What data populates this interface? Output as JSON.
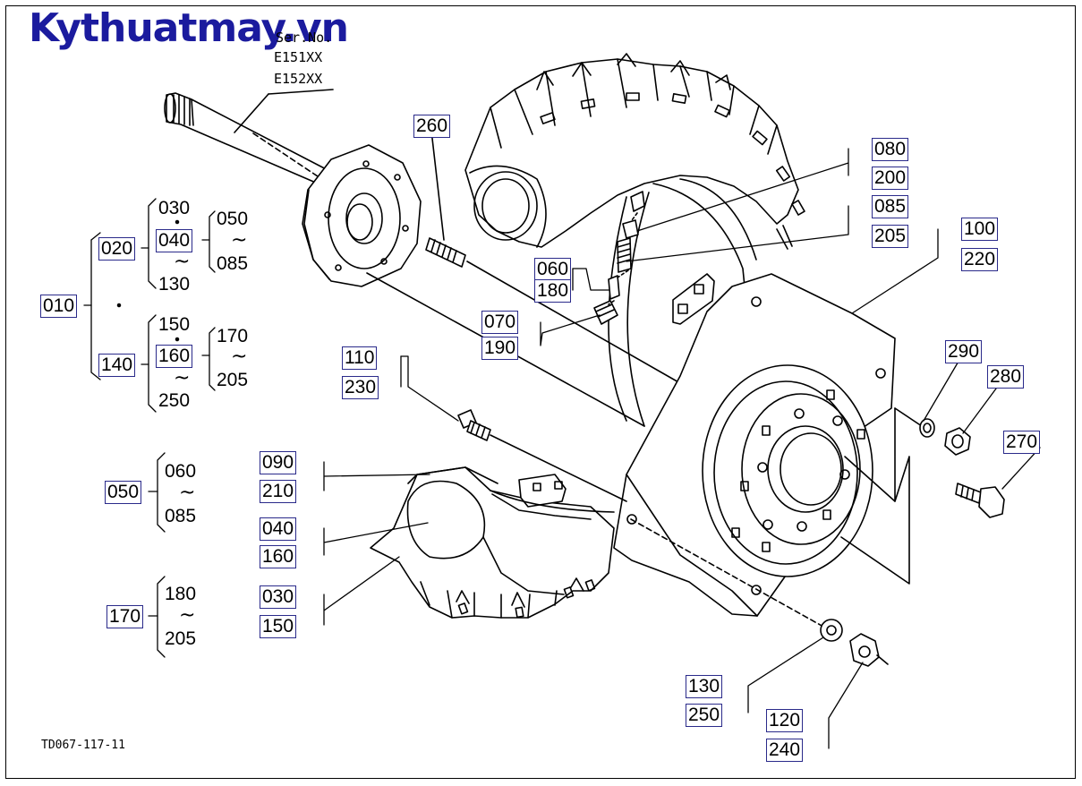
{
  "watermark": "Kythuatmay.vn",
  "serial": {
    "heading": "Ser.No.",
    "line1": "E151XX",
    "line2": "E152XX"
  },
  "figure_ref": "TD067-117-11",
  "labels": {
    "l260": "260",
    "l080": "080",
    "l200": "200",
    "l085": "085",
    "l205": "205",
    "l100": "100",
    "l220": "220",
    "l060": "060",
    "l180": "180",
    "l070": "070",
    "l190": "190",
    "l110": "110",
    "l230": "230",
    "l290": "290",
    "l280": "280",
    "l270": "270",
    "l090": "090",
    "l210": "210",
    "l040": "040",
    "l160": "160",
    "l030": "030",
    "l150": "150",
    "l130": "130",
    "l250": "250",
    "l120": "120",
    "l240": "240"
  },
  "tree": {
    "root": "010",
    "g1": "020",
    "g1_top": "030",
    "g1_mid": "040",
    "g1_mid_from": "050",
    "g1_mid_to": "085",
    "g1_bottom": "130",
    "g2": "140",
    "g2_top": "150",
    "g2_mid": "160",
    "g2_mid_from": "170",
    "g2_mid_to": "205",
    "g2_bottom": "250",
    "r050": "050",
    "r050_from": "060",
    "r050_to": "085",
    "r170": "170",
    "r170_from": "180",
    "r170_to": "205",
    "tilde": "~"
  }
}
